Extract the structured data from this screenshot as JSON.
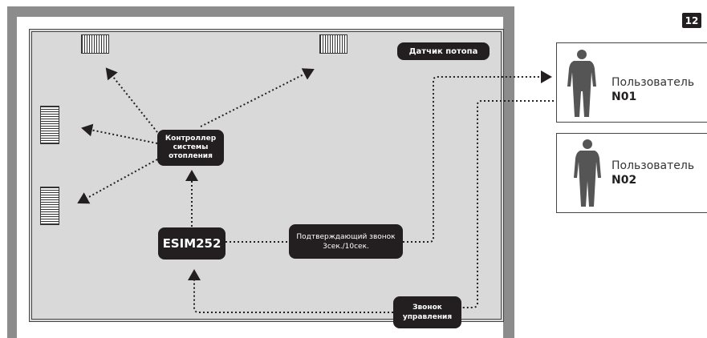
{
  "page_number": "12",
  "room": {
    "flood_sensor": "Датчик потопа",
    "heating_controller": [
      "Контроллер",
      "системы",
      "отопления"
    ],
    "device": "ESIM252",
    "confirm_call": [
      "Подтверждающий звонок",
      "3сек./10сек."
    ],
    "control_call": [
      "Звонок",
      "управления"
    ]
  },
  "users": [
    {
      "label": "Пользователь",
      "id": "N01"
    },
    {
      "label": "Пользователь",
      "id": "N02"
    }
  ],
  "icons": [
    "radiator-icon",
    "person-silhouette-icon",
    "arrow-icon"
  ],
  "colors": {
    "box": "#231f20",
    "room": "#d9d9d9",
    "frame": "#8c8c8c"
  }
}
